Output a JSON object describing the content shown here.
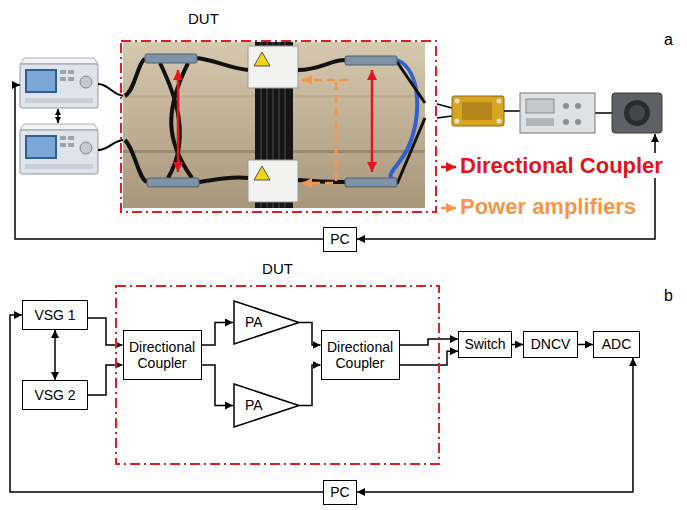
{
  "diagram": {
    "nodes": [
      {
        "text": [
          "DUT"
        ]
      },
      {
        "text": [
          "PC"
        ]
      },
      {
        "text": [
          "DUT"
        ]
      },
      {
        "text": [
          "VSG 1"
        ]
      },
      {
        "text": [
          "VSG 2"
        ]
      },
      {
        "text": [
          "Directional Coupler"
        ],
        "in": 2
      },
      {
        "text": [
          "PA"
        ],
        "in": 2
      },
      {
        "text": [
          "PA"
        ],
        "in": 2
      },
      {
        "text": [
          "Directional Coupler"
        ],
        "in": 2
      },
      {
        "text": [
          "Switch"
        ]
      },
      {
        "text": [
          "DNCV"
        ]
      },
      {
        "text": [
          "ADC"
        ]
      },
      {
        "text": [
          "PC"
        ]
      }
    ],
    "edges": [
      {
        "from": 3,
        "to": 4,
        "arrow": "both"
      },
      {
        "from": 3,
        "to": 5,
        "arrow": "to"
      },
      {
        "from": 4,
        "to": 5,
        "arrow": "to"
      },
      {
        "from": 5,
        "to": 6,
        "arrow": "to"
      },
      {
        "from": 5,
        "to": 7,
        "arrow": "to"
      },
      {
        "from": 6,
        "to": 8,
        "arrow": "to"
      },
      {
        "from": 7,
        "to": 8,
        "arrow": "to"
      },
      {
        "from": 8,
        "to": 9,
        "arrow": "to"
      },
      {
        "from": 8,
        "to": 9,
        "arrow": "to"
      },
      {
        "from": 9,
        "to": 10,
        "arrow": "to"
      },
      {
        "from": 10,
        "to": 11,
        "arrow": "to"
      },
      {
        "from": 12,
        "to": 3,
        "arrow": "to"
      },
      {
        "from": 11,
        "to": 12,
        "arrow": "both"
      }
    ],
    "labels": [
      "a",
      "b"
    ],
    "legend": [
      {
        "text": "Directional Coupler"
      },
      {
        "text": "Power amplifiers"
      }
    ]
  }
}
